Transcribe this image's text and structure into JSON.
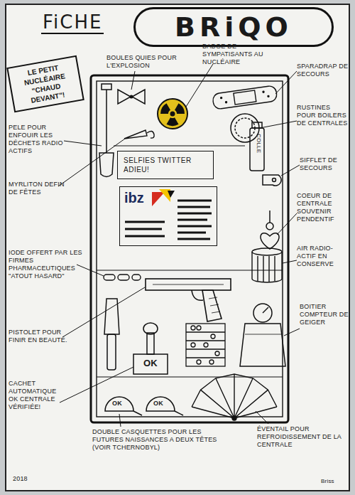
{
  "diagram": {
    "title": "FiCHE",
    "nodes": [
      {
        "text": [
          "BRiQO"
        ]
      },
      {
        "text": [
          "LE PETIT NUCLÉAIRE",
          "\"CHAUD DEVANT\"!"
        ]
      },
      {
        "text": [
          "SELFIES TWITTER ADIEU!"
        ]
      },
      {
        "text": [
          "ibz"
        ]
      }
    ],
    "labels": [
      "BOULES QUIES POUR L'EXPLOSION",
      "BADGE DE SYMPATISANTS AU NUCLÉAIRE",
      "SPARADRAP DE SECOURS",
      "PELE POUR ENFOUIR LES DÉCHETS RADIO ACTIFS",
      "RUSTINES POUR BOILERS DE CENTRALES",
      "COLLE",
      "SIFFLET DE SECOURS",
      "MYRLITON DEFIN DE FÊTES",
      "COEUR DE CENTRALE SOUVENIR PENDENTIF",
      "AIR RADIO-ACTIF EN CONSERVE",
      "IODE OFFERT PAR LES FIRMES PHARMACEUTIQUES \"ATOUT HASARD\"",
      "BOITIER COMPTEUR DE GEIGER",
      "PISTOLET POUR FINIR EN BEAUTÉ.",
      "OK",
      "CACHET AUTOMATIQUE OK CENTRALE VÉRIFIÉE!",
      "OK",
      "OK",
      "DOUBLE CASQUETTES POUR LES FUTURES NAISSANCES A DEUX TÊTES (VOIR TCHERNOBYL)",
      "ÉVENTAIL POUR REFROIDISSEMENT DE LA CENTRALE",
      "2018",
      "Briss"
    ]
  }
}
